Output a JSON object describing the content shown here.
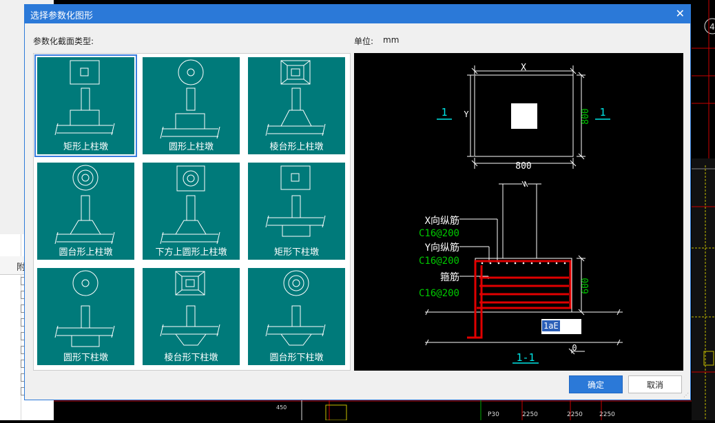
{
  "dialog": {
    "title": "选择参数化图形",
    "close_glyph": "✕",
    "section_label": "参数化截面类型:",
    "unit_label": "单位:",
    "unit_value": "mm",
    "ok_label": "确定",
    "cancel_label": "取消"
  },
  "shapes": [
    {
      "label": "矩形上柱墩",
      "selected": true
    },
    {
      "label": "圆形上柱墩",
      "selected": false
    },
    {
      "label": "棱台形上柱墩",
      "selected": false
    },
    {
      "label": "圆台形上柱墩",
      "selected": false
    },
    {
      "label": "下方上圆形上柱墩",
      "selected": false
    },
    {
      "label": "矩形下柱墩",
      "selected": false
    },
    {
      "label": "圆形下柱墩",
      "selected": false
    },
    {
      "label": "棱台形下柱墩",
      "selected": false
    },
    {
      "label": "圆台形下柱墩",
      "selected": false
    }
  ],
  "preview": {
    "dim_x": "X",
    "dim_y": "Y",
    "dim_bottom": "800",
    "dim_right": "800",
    "section_mark_left": "1",
    "section_mark_right": "1",
    "x_rebar_label": "X向纵筋",
    "x_rebar_value": "C16@200",
    "y_rebar_label": "Y向纵筋",
    "y_rebar_value": "C16@200",
    "stirrup_label": "箍筋",
    "stirrup_value": "C16@200",
    "height_dim": "600",
    "anchor_input": "1aE",
    "bottom_dim": "0",
    "section_title": "1-1"
  },
  "background": {
    "grid_header": "附",
    "axis_label": "4",
    "cad_texts": [
      "P30",
      "2250",
      "2250",
      "2250",
      "450"
    ]
  },
  "colors": {
    "titlebar": "#2b79d8",
    "tile": "#007a7a",
    "preview_bg": "#000000",
    "cyan_text": "#00e5e5",
    "green_text": "#00c800",
    "rebar_red": "#e00000"
  }
}
